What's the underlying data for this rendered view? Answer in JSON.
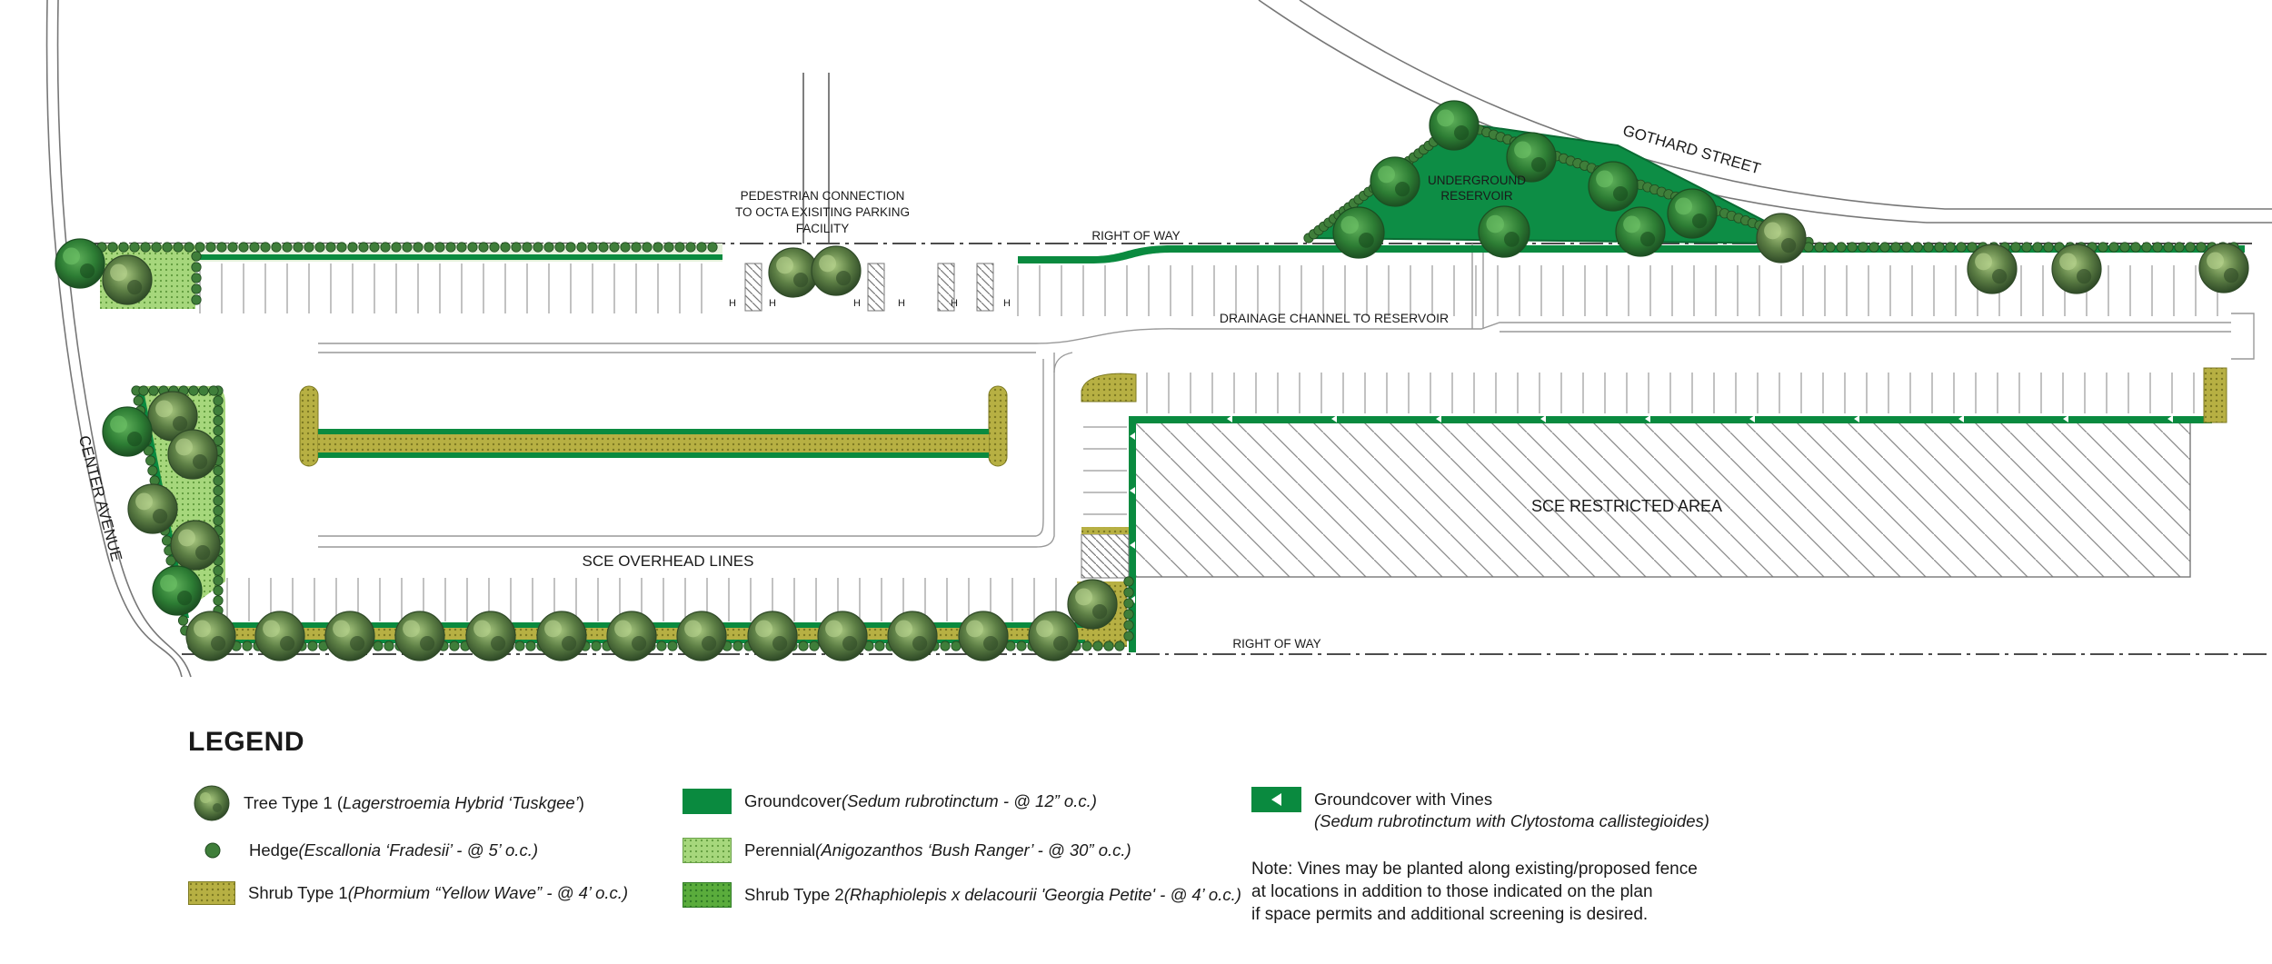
{
  "plan": {
    "labels": {
      "pedestrian_line1": "PEDESTRIAN CONNECTION",
      "pedestrian_line2": "TO OCTA EXISITING PARKING",
      "pedestrian_line3": "FACILITY",
      "right_of_way_top": "RIGHT OF WAY",
      "right_of_way_bottom": "RIGHT OF WAY",
      "reservoir_line1": "UNDERGROUND",
      "reservoir_line2": "RESERVOIR",
      "gothard_street": "GOTHARD STREET",
      "center_avenue": "CENTER AVENUE",
      "drainage_channel": "DRAINAGE CHANNEL TO RESERVOIR",
      "sce_overhead": "SCE OVERHEAD LINES",
      "sce_restricted": "SCE RESTRICTED AREA",
      "stall_h": "H"
    }
  },
  "legend": {
    "title": "LEGEND",
    "tree1": {
      "name": "Tree Type 1 (",
      "species": "Lagerstroemia Hybrid ‘Tuskgee’",
      "end": " )"
    },
    "hedge": {
      "name": "Hedge  ",
      "species": "(Escallonia ‘Fradesii’ - @ 5’ o.c.)"
    },
    "shrub1": {
      "name": "Shrub Type 1  ",
      "species": "(Phormium “Yellow Wave” - @ 4’ o.c.)"
    },
    "groundcover": {
      "name": "Groundcover  ",
      "species": "(Sedum rubrotinctum - @ 12” o.c.)"
    },
    "perennial": {
      "name": "Perennial ",
      "species": "(Anigozanthos ‘Bush Ranger’ - @ 30” o.c.)"
    },
    "shrub2": {
      "name": "Shrub Type 2 ",
      "species": "(Rhaphiolepis x delacourii 'Georgia Petite' - @ 4’ o.c.)"
    },
    "vines": {
      "name": "Groundcover with Vines",
      "species": "(Sedum rubrotinctum with Clytostoma callistegioides)"
    },
    "note": "Note: Vines may be planted along existing/proposed fence\nat locations in addition to those indicated on the plan\nif space permits and additional screening is desired."
  },
  "colors": {
    "groundcover": "#0a8a3f",
    "shrub1": "#b7b043",
    "perennial": "#9ccf6f",
    "shrub2": "#56a83a",
    "hedge": "#3f7e3a",
    "reservoir": "#0d8d45",
    "tree_dark": "#3c5a30",
    "tree_light": "#8fb56a"
  }
}
